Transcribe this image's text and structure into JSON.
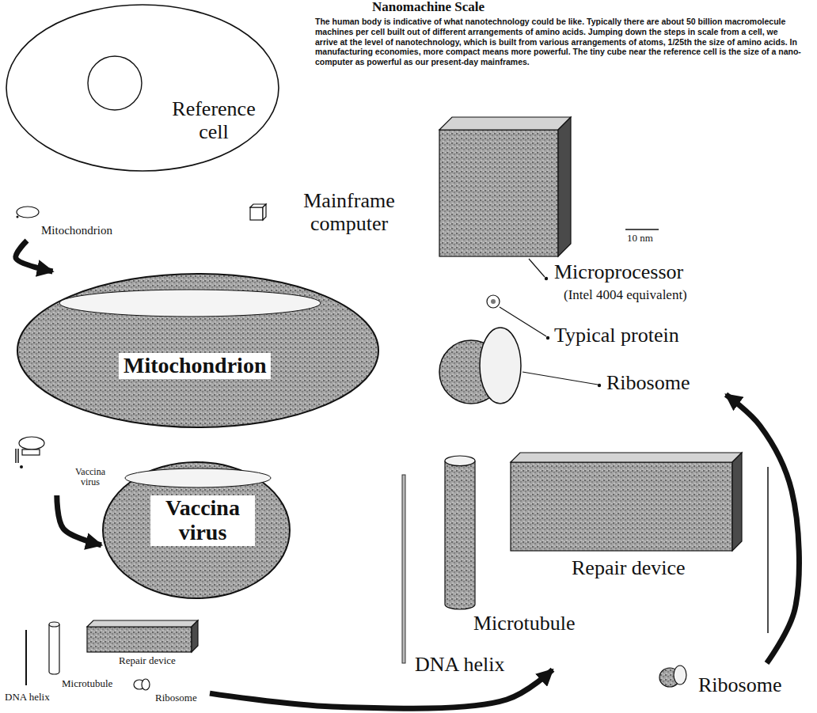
{
  "diagram": {
    "title": "Nanomachine Scale",
    "caption": "The human body is indicative of what nanotechnology could be like. Typically there are about 50 billion macromolecule machines per cell built out of different arrangements of amino acids. Jumping down the steps in scale from a cell, we arrive at the level of nanotechnology, which is built from various arrangements of atoms, 1/25th the size of amino acids. In manufacturing economies, more compact means more powerful. The tiny cube near the reference cell is the size of a nano-computer as powerful as our present-day mainframes.",
    "nodes": [
      {
        "text": [
          "Reference cell"
        ]
      },
      {
        "text": [
          "Mainframe computer"
        ]
      },
      {
        "text": [
          "Mitochondrion"
        ]
      },
      {
        "text": [
          "Mitochondrion"
        ]
      },
      {
        "text": [
          "Vaccina virus"
        ]
      },
      {
        "text": [
          "Vaccina virus"
        ]
      },
      {
        "text": [
          "Repair device"
        ]
      },
      {
        "text": [
          "Microtubule"
        ]
      },
      {
        "text": [
          "DNA helix"
        ]
      },
      {
        "text": [
          "Ribosome"
        ]
      },
      {
        "text": [
          "Microprocessor",
          "(Intel 4004 equivalent)"
        ]
      },
      {
        "text": [
          "Typical protein"
        ]
      },
      {
        "text": [
          "Ribosome"
        ]
      },
      {
        "text": [
          "Microtubule"
        ]
      },
      {
        "text": [
          "DNA helix"
        ]
      },
      {
        "text": [
          "Repair device"
        ]
      },
      {
        "text": [
          "Ribosome"
        ]
      }
    ],
    "edges": [
      {
        "from": 2,
        "to": 3,
        "arrow": "to"
      },
      {
        "from": 4,
        "to": 5,
        "arrow": "to"
      },
      {
        "from": 9,
        "to": 14,
        "arrow": "to"
      },
      {
        "from": 16,
        "to": 12,
        "arrow": "to"
      }
    ],
    "labels": [
      "10 nm"
    ]
  }
}
